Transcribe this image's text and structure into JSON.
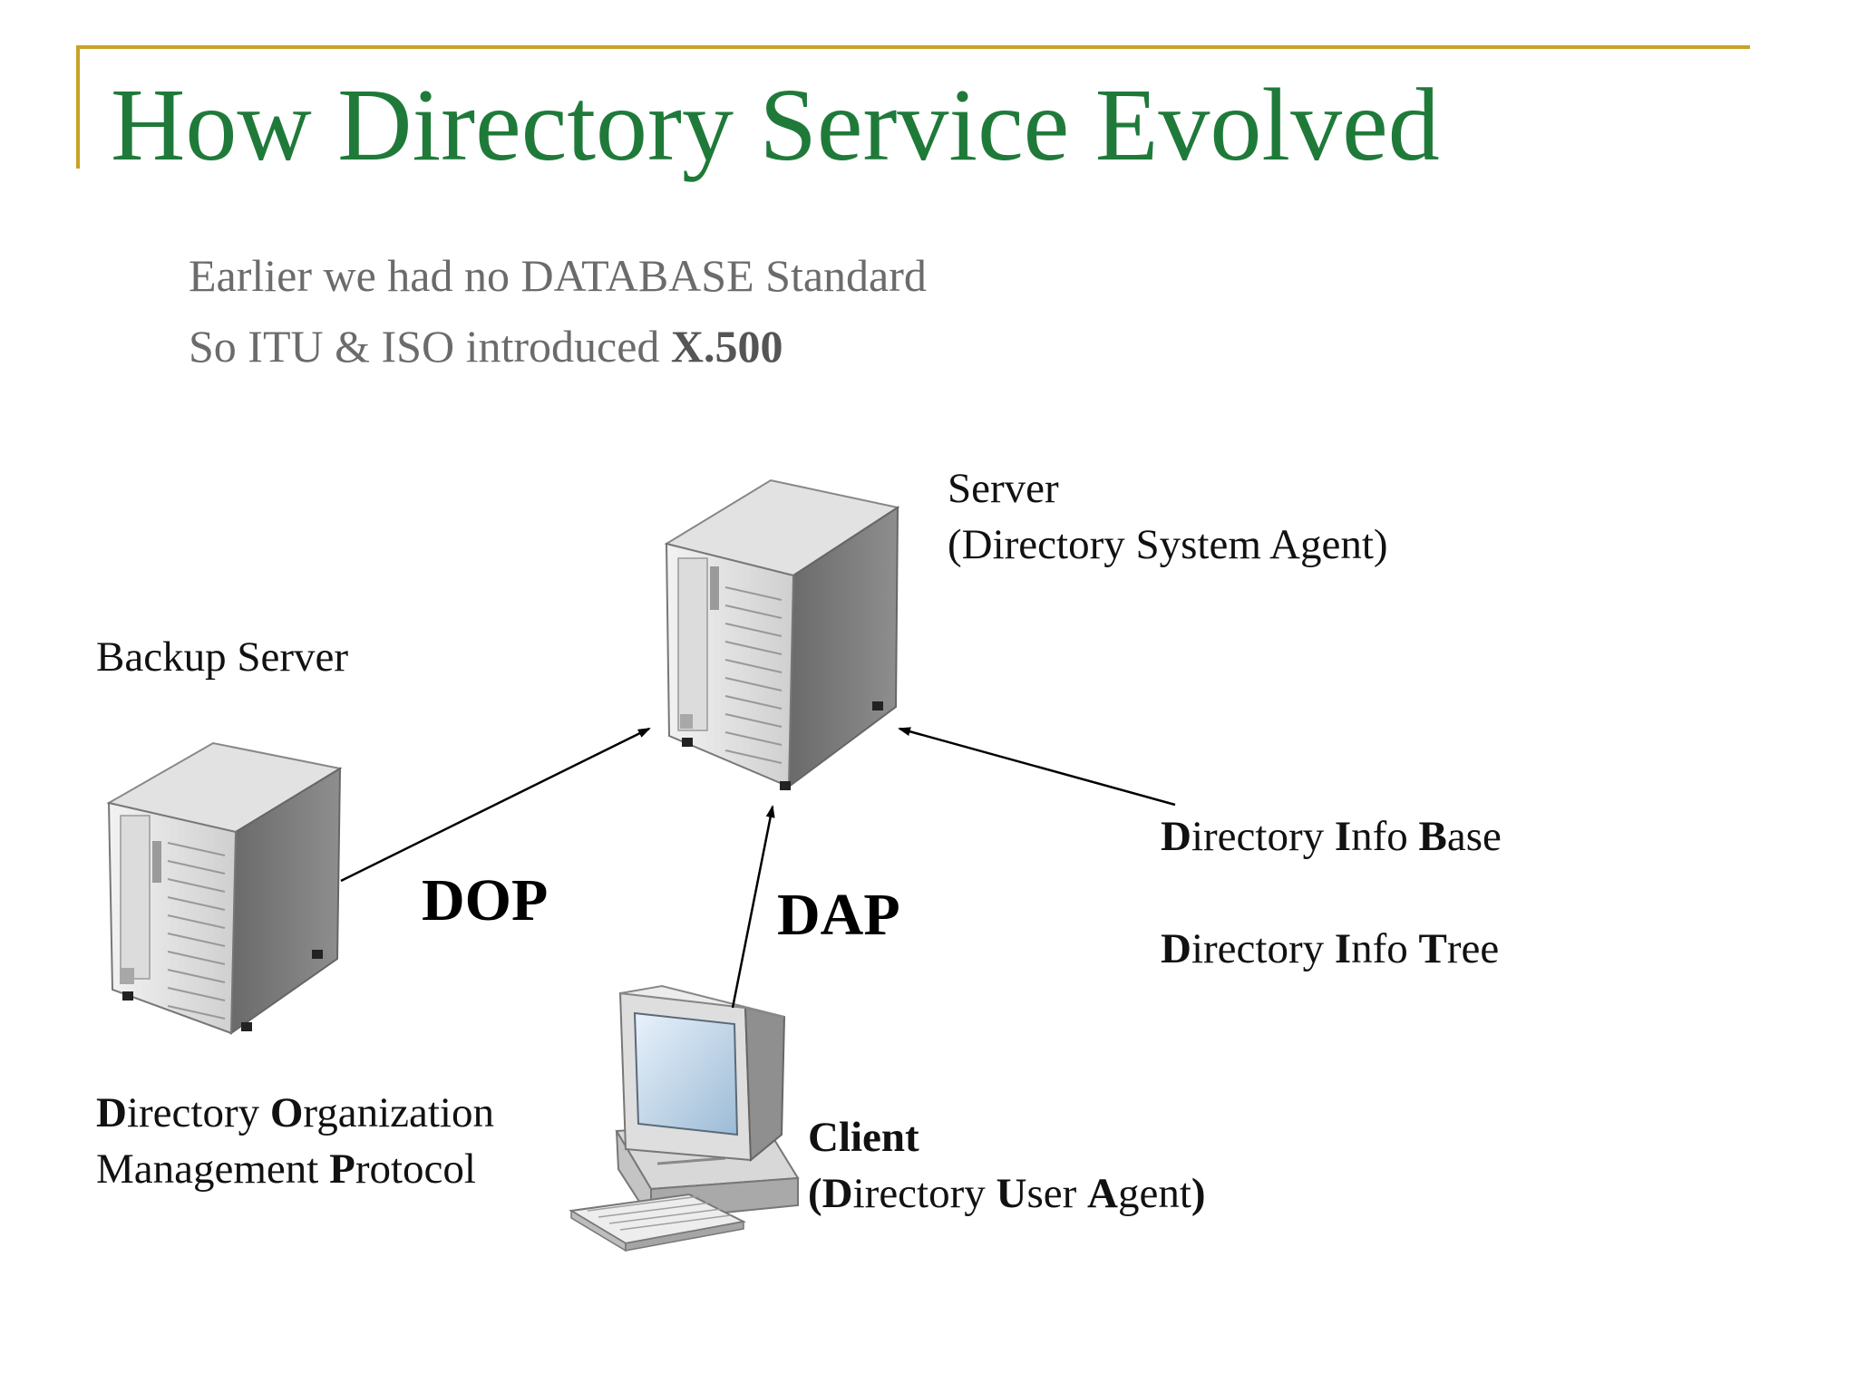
{
  "slide": {
    "title": "How Directory Service Evolved",
    "bullets": {
      "line1": "Earlier we had no DATABASE Standard",
      "line2_text": "So ITU & ISO introduced ",
      "line2_bold": "X.500"
    }
  },
  "diagram": {
    "server": {
      "line1": "Server",
      "line2": "(Directory System Agent)"
    },
    "backup": {
      "label": "Backup Server"
    },
    "dop": "DOP",
    "dap": "DAP",
    "dib": {
      "b1": "D",
      "t1": "irectory ",
      "b2": "I",
      "t2": "nfo ",
      "b3": "B",
      "t3": "ase"
    },
    "dit": {
      "b1": "D",
      "t1": "irectory ",
      "b2": "I",
      "t2": "nfo ",
      "b3": "T",
      "t3": "ree"
    },
    "domp": {
      "b1": "D",
      "t1": "irectory ",
      "b2": "O",
      "t2": "rganization",
      "t3": "Management ",
      "b3": "P",
      "t4": "rotocol"
    },
    "client": {
      "title": "Client",
      "p1": "(",
      "b1": "D",
      "t1": "irectory ",
      "b2": "U",
      "t2": "ser ",
      "b3": "A",
      "t3": "gent",
      "p2": ")"
    }
  },
  "icons": [
    "server-tower-icon",
    "backup-server-tower-icon",
    "client-computer-icon"
  ],
  "colors": {
    "title": "#1f7a3a",
    "rule": "#c9a227",
    "bullet_text": "#6b6b6b"
  }
}
